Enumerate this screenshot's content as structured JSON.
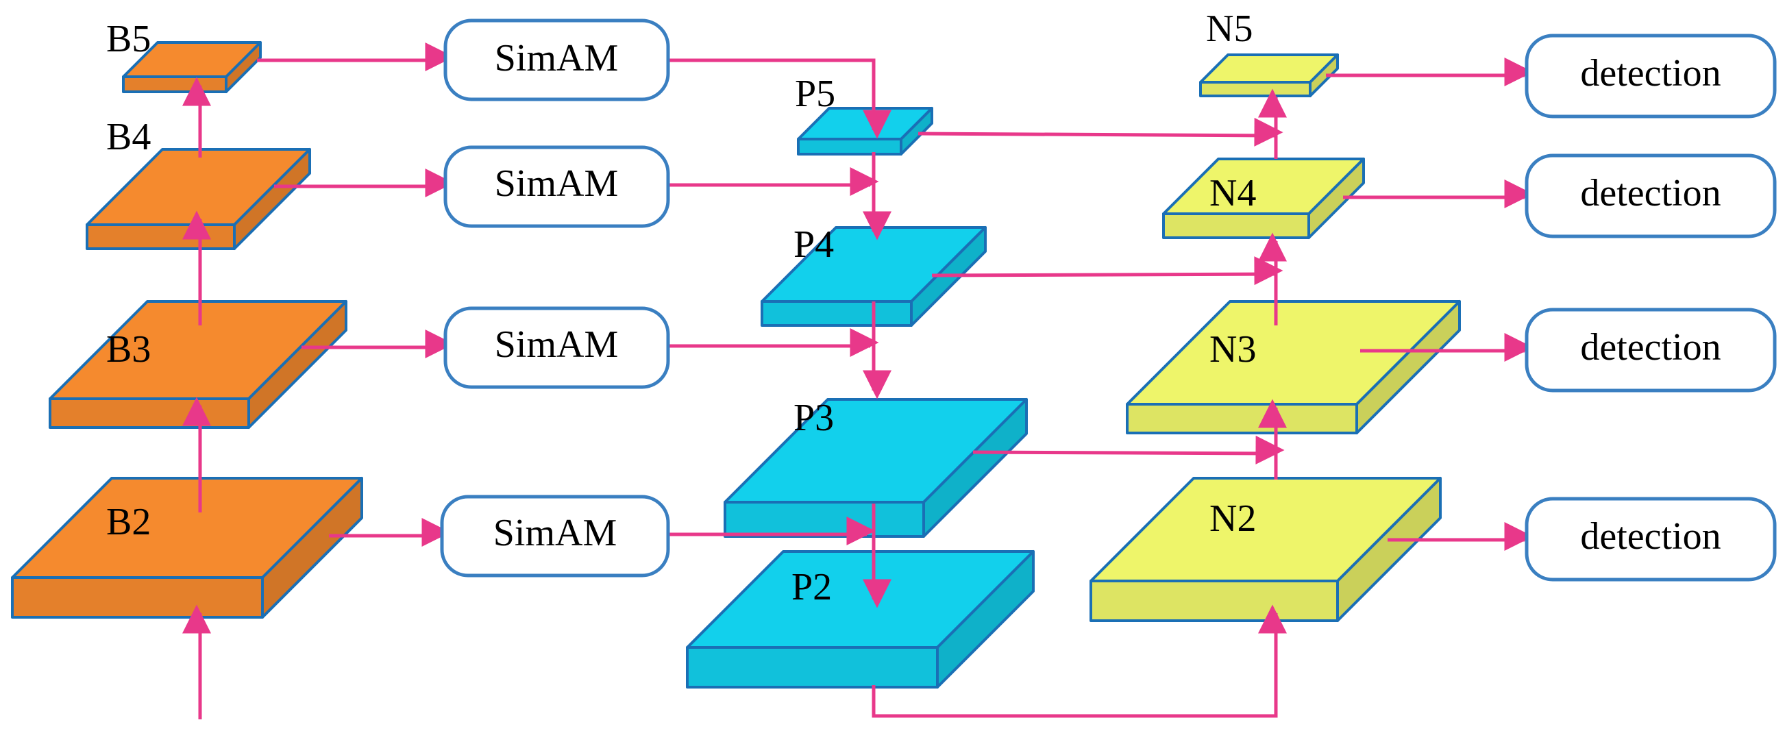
{
  "colors": {
    "backbone": "#f58a2e",
    "neck_p": "#12d0ec",
    "neck_n": "#eef56a",
    "edge": "#1a6fb5",
    "arrow": "#e8388a",
    "pill_border": "#3a7fc1"
  },
  "backbone": {
    "B5": "B5",
    "B4": "B4",
    "B3": "B3",
    "B2": "B2"
  },
  "attention": {
    "label_1": "SimAM",
    "label_2": "SimAM",
    "label_3": "SimAM",
    "label_4": "SimAM"
  },
  "fpn": {
    "P5": "P5",
    "P4": "P4",
    "P3": "P3",
    "P2": "P2"
  },
  "pan": {
    "N5": "N5",
    "N4": "N4",
    "N3": "N3",
    "N2": "N2"
  },
  "heads": {
    "label_1": "detection",
    "label_2": "detection",
    "label_3": "detection",
    "label_4": "detection"
  }
}
